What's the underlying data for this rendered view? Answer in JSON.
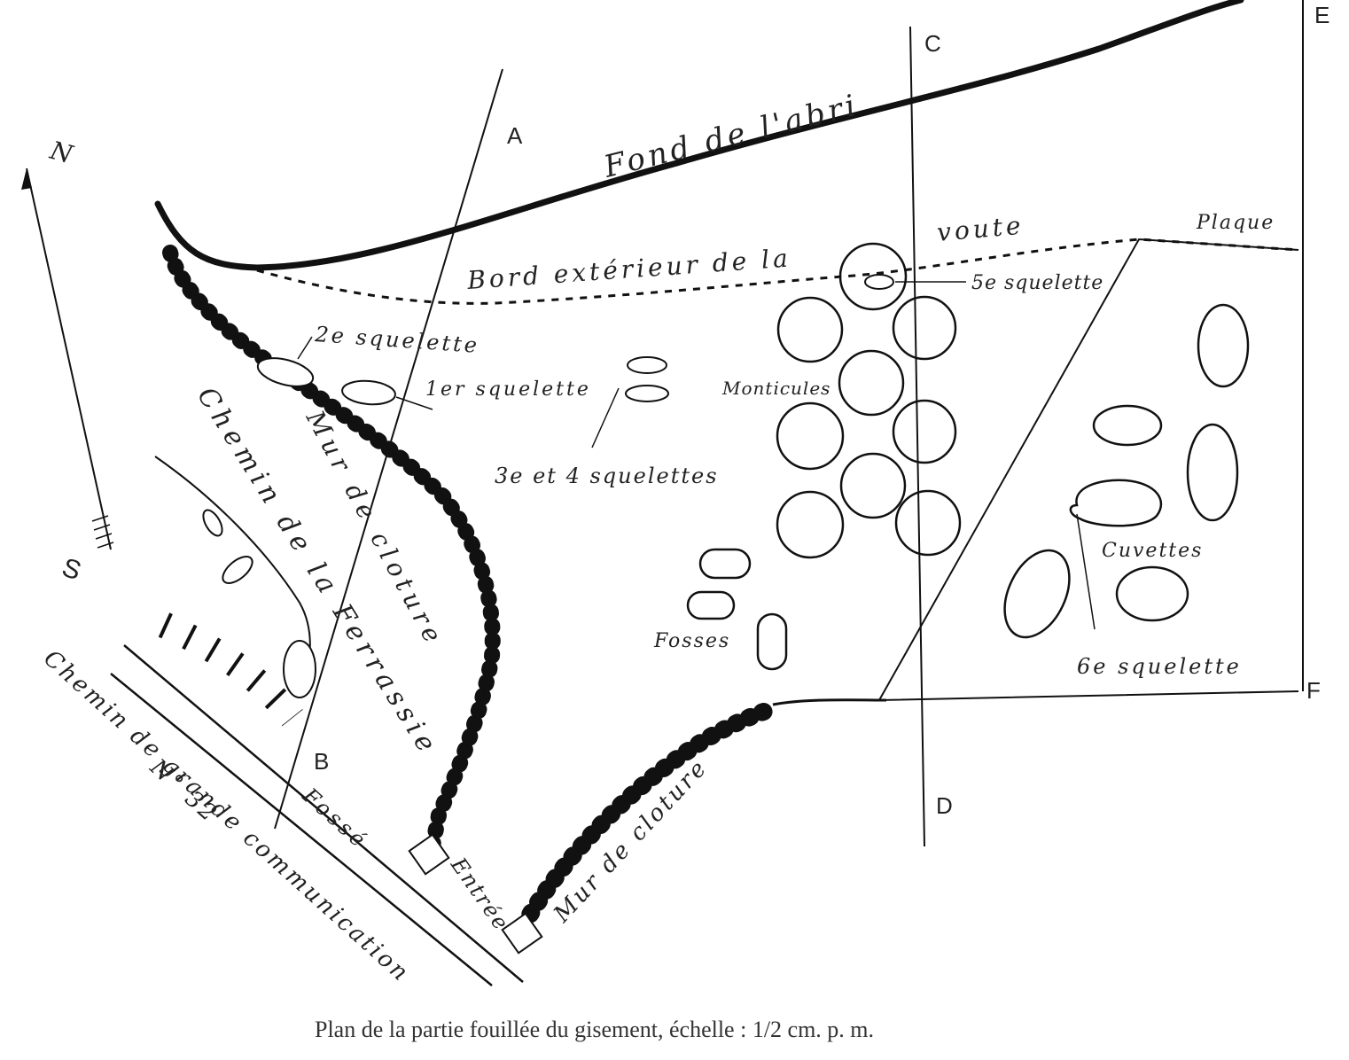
{
  "labels": {
    "fond_abri": "Fond de l'abri",
    "bord_exterieur": "Bord extérieur de la",
    "voute": "voute",
    "plaque": "Plaque",
    "squelette_2": "2e squelette",
    "squelette_1": "1er squelette",
    "squelettes_3_4": "3e et 4 squelettes",
    "squelette_5": "5e squelette",
    "squelette_6": "6e squelette",
    "monticules": "Monticules",
    "cuvettes": "Cuvettes",
    "fosses": "Fosses",
    "mur_cloture_1": "Mur de cloture",
    "mur_cloture_2": "Mur de cloture",
    "chemin_ferrassie": "Chemin de la Ferrassie",
    "chemin_grande_line1": "Chemin de grande communication",
    "chemin_grande_line2": "N° 32",
    "fosse": "Fossé",
    "entree": "Entrée"
  },
  "section_letters": {
    "a": "A",
    "b": "B",
    "c": "C",
    "d": "D",
    "e": "E",
    "f": "F"
  },
  "compass": {
    "north": "N",
    "south": "S"
  },
  "caption": "Plan de la partie fouillée du gisement, échelle : 1/2 cm. p. m.",
  "colors": {
    "ink": "#1a1a1a",
    "paper": "#ffffff"
  }
}
